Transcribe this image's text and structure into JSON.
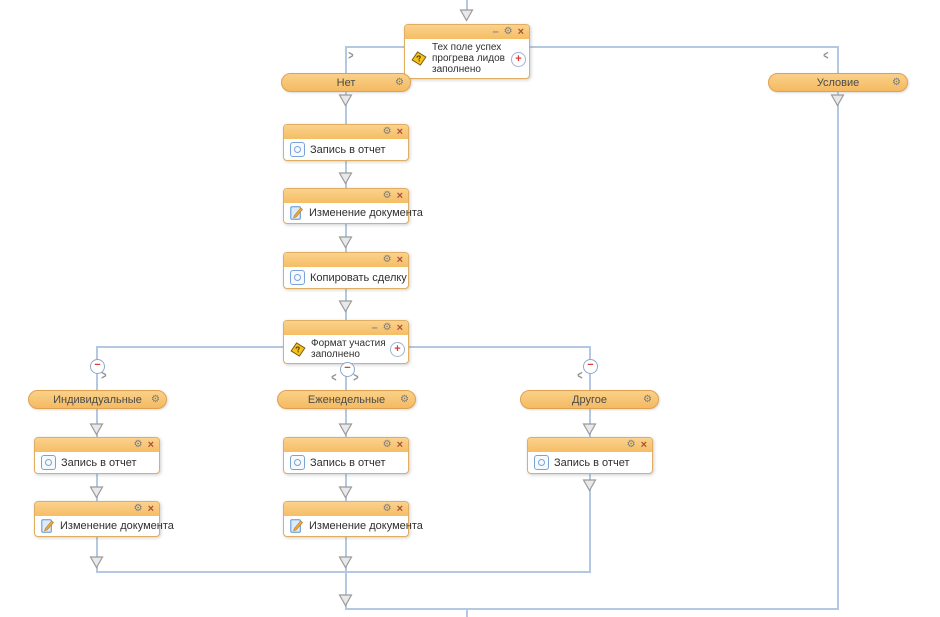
{
  "colors": {
    "header_orange": "#f5bd66",
    "pill_orange": "#f4ba62",
    "node_border": "#dfae62",
    "connector_blue": "#b5c8e1",
    "arrow_gray": "#9b9b9b",
    "close_red": "#a85038",
    "action_red": "#d93a35",
    "condition_icon_yellow": "#f6c21d"
  },
  "icons": {
    "gear": "⚙",
    "close": "×",
    "minimize": "–",
    "add": "+",
    "remove": "−",
    "chevron_left": "<",
    "chevron_right": ">"
  },
  "workflow": {
    "entry_condition": {
      "label": "Тех поле успех прогрева лидов заполнено"
    },
    "branch_no": {
      "label": "Нет"
    },
    "branch_condition": {
      "label": "Условие"
    },
    "no_branch": {
      "report": {
        "label": "Запись в отчет"
      },
      "edit_document": {
        "label": "Изменение документа"
      },
      "copy_deal": {
        "label": "Копировать сделку"
      },
      "format_condition": {
        "label": "Формат участия заполнено"
      }
    },
    "branch_individual": {
      "label": "Индивидуальные"
    },
    "branch_weekly": {
      "label": "Еженедельные"
    },
    "branch_other": {
      "label": "Другое"
    },
    "individual": {
      "report": {
        "label": "Запись в отчет"
      },
      "edit_document": {
        "label": "Изменение документа"
      }
    },
    "weekly": {
      "report": {
        "label": "Запись в отчет"
      },
      "edit_document": {
        "label": "Изменение документа"
      }
    },
    "other": {
      "report": {
        "label": "Запись в отчет"
      }
    }
  }
}
